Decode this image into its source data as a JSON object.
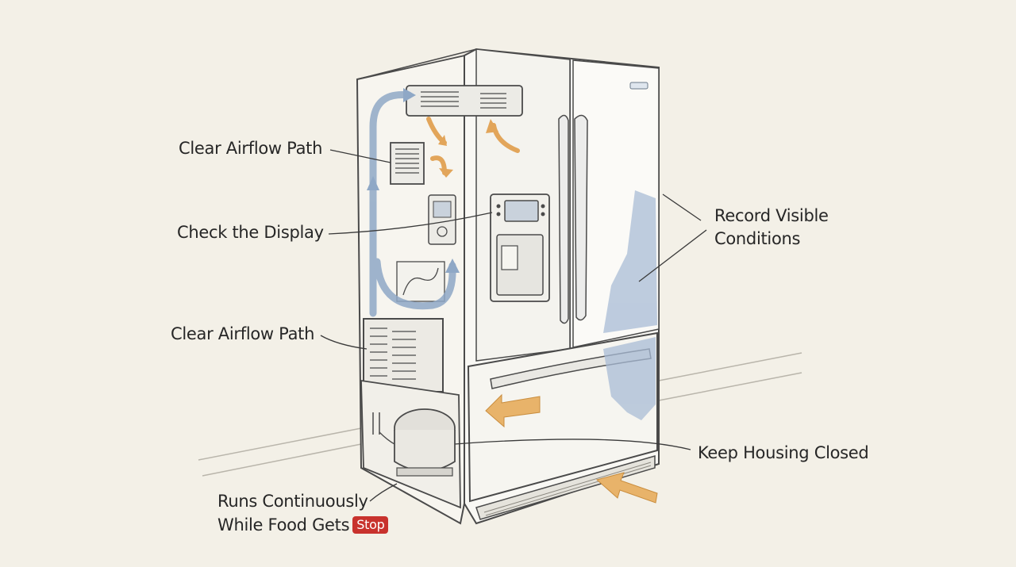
{
  "labels": {
    "airflow_top": "Clear Airflow Path",
    "display": "Check the Display",
    "airflow_bottom": "Clear Airflow Path",
    "conditions_line1": "Record Visible",
    "conditions_line2": "Conditions",
    "housing": "Keep Housing Closed",
    "runs_line1": "Runs Continuously",
    "runs_line2": "While Food Gets",
    "stop_badge": "Stop"
  },
  "colors": {
    "background": "#f3f0e7",
    "outline": "#4a4a4a",
    "airflow_cold": "#8fa8c6",
    "airflow_warm": "#e2a55a",
    "frost": "#a9bcd6",
    "stop_badge": "#c8322d"
  }
}
